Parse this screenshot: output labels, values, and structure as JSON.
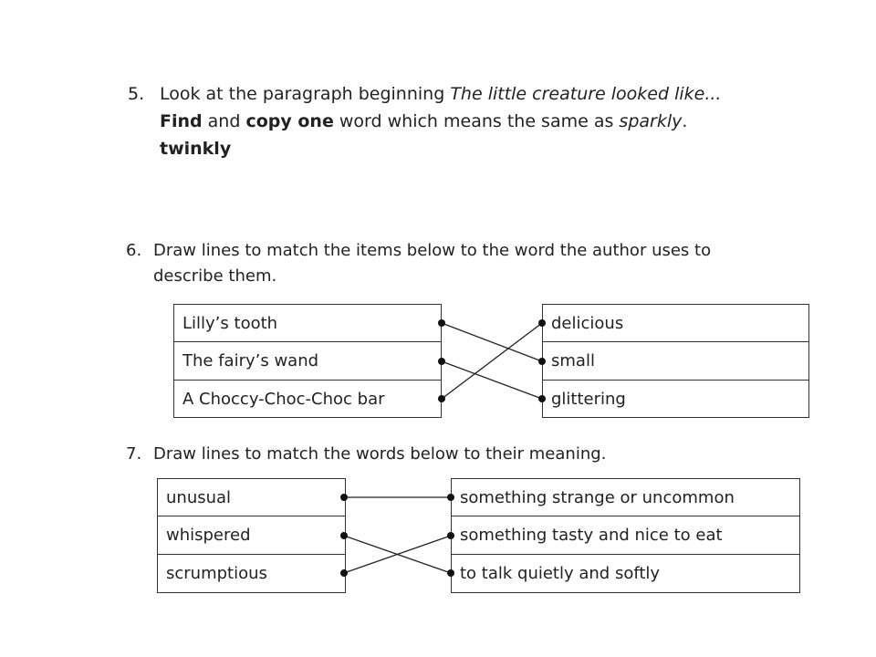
{
  "q5": {
    "number": "5.",
    "line1_pre": "Look at the paragraph beginning ",
    "line1_italic": "The little creature looked like...",
    "line2_bold1": "Find",
    "line2_mid1": " and ",
    "line2_bold2": "copy one",
    "line2_mid2": " word which means the same as ",
    "line2_italic": "sparkly",
    "line2_end": ".",
    "answer": "twinkly"
  },
  "q6": {
    "number": "6.",
    "line1": "Draw lines to match the items below to the word the author uses to",
    "line2": "describe them.",
    "left": [
      "Lilly’s tooth",
      "The fairy’s wand",
      "A Choccy-Choc-Choc bar"
    ],
    "right": [
      "delicious",
      "small",
      "glittering"
    ]
  },
  "q7": {
    "number": "7.",
    "line1": "Draw lines to match the words below to their meaning.",
    "left": [
      "unusual",
      "whispered",
      "scrumptious"
    ],
    "right": [
      "something strange or uncommon",
      "something tasty and nice to eat",
      "to talk quietly and softly"
    ]
  }
}
